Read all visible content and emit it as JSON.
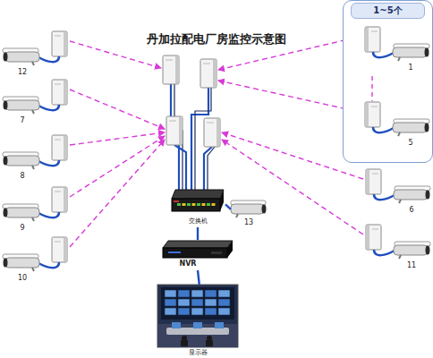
{
  "diagram": {
    "title": "丹加拉配电厂房监控示意图",
    "nodes": [
      {
        "text": [
          "1~5个"
        ]
      },
      {
        "text": [
          "1"
        ],
        "in": 0
      },
      {
        "text": [
          "5"
        ],
        "in": 0
      },
      {
        "text": [
          "12"
        ]
      },
      {
        "text": [
          "7"
        ]
      },
      {
        "text": [
          "8"
        ]
      },
      {
        "text": [
          "9"
        ]
      },
      {
        "text": [
          "10"
        ]
      },
      {
        "text": [
          "6"
        ]
      },
      {
        "text": [
          "11"
        ]
      },
      {
        "text": [
          "交换机"
        ]
      },
      {
        "text": [
          "13"
        ]
      },
      {
        "text": [
          "NVR"
        ]
      },
      {
        "text": [
          "显示器"
        ]
      }
    ],
    "edges": [
      {
        "from": 1,
        "to": 2,
        "arrow": "none"
      },
      {
        "from": 11,
        "to": 10,
        "arrow": "none"
      },
      {
        "from": 10,
        "to": 12,
        "arrow": "none"
      },
      {
        "from": 12,
        "to": 13,
        "arrow": "none"
      }
    ]
  }
}
